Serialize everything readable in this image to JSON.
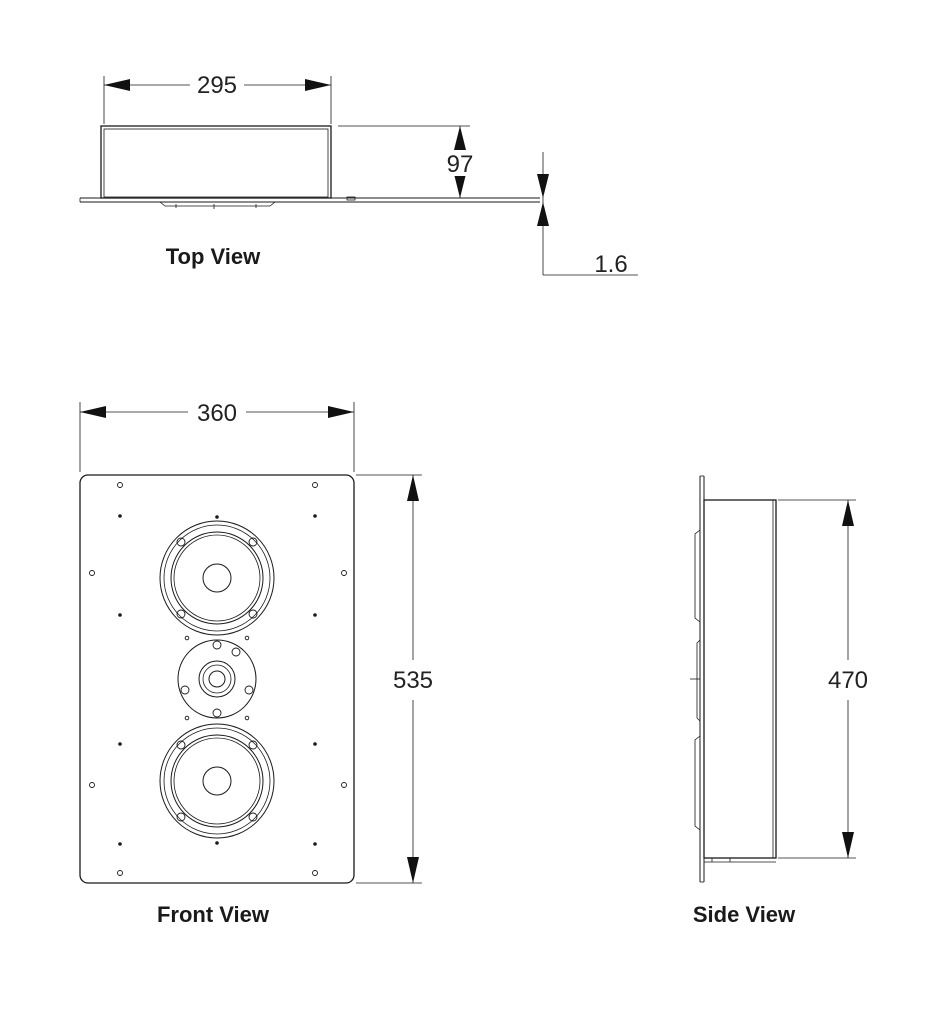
{
  "views": {
    "top": {
      "label": "Top View",
      "width_dim": "295",
      "depth_dim": "97",
      "flange_dim": "1.6"
    },
    "front": {
      "label": "Front View",
      "width_dim": "360",
      "height_dim": "535"
    },
    "side": {
      "label": "Side View",
      "height_dim": "470"
    }
  }
}
